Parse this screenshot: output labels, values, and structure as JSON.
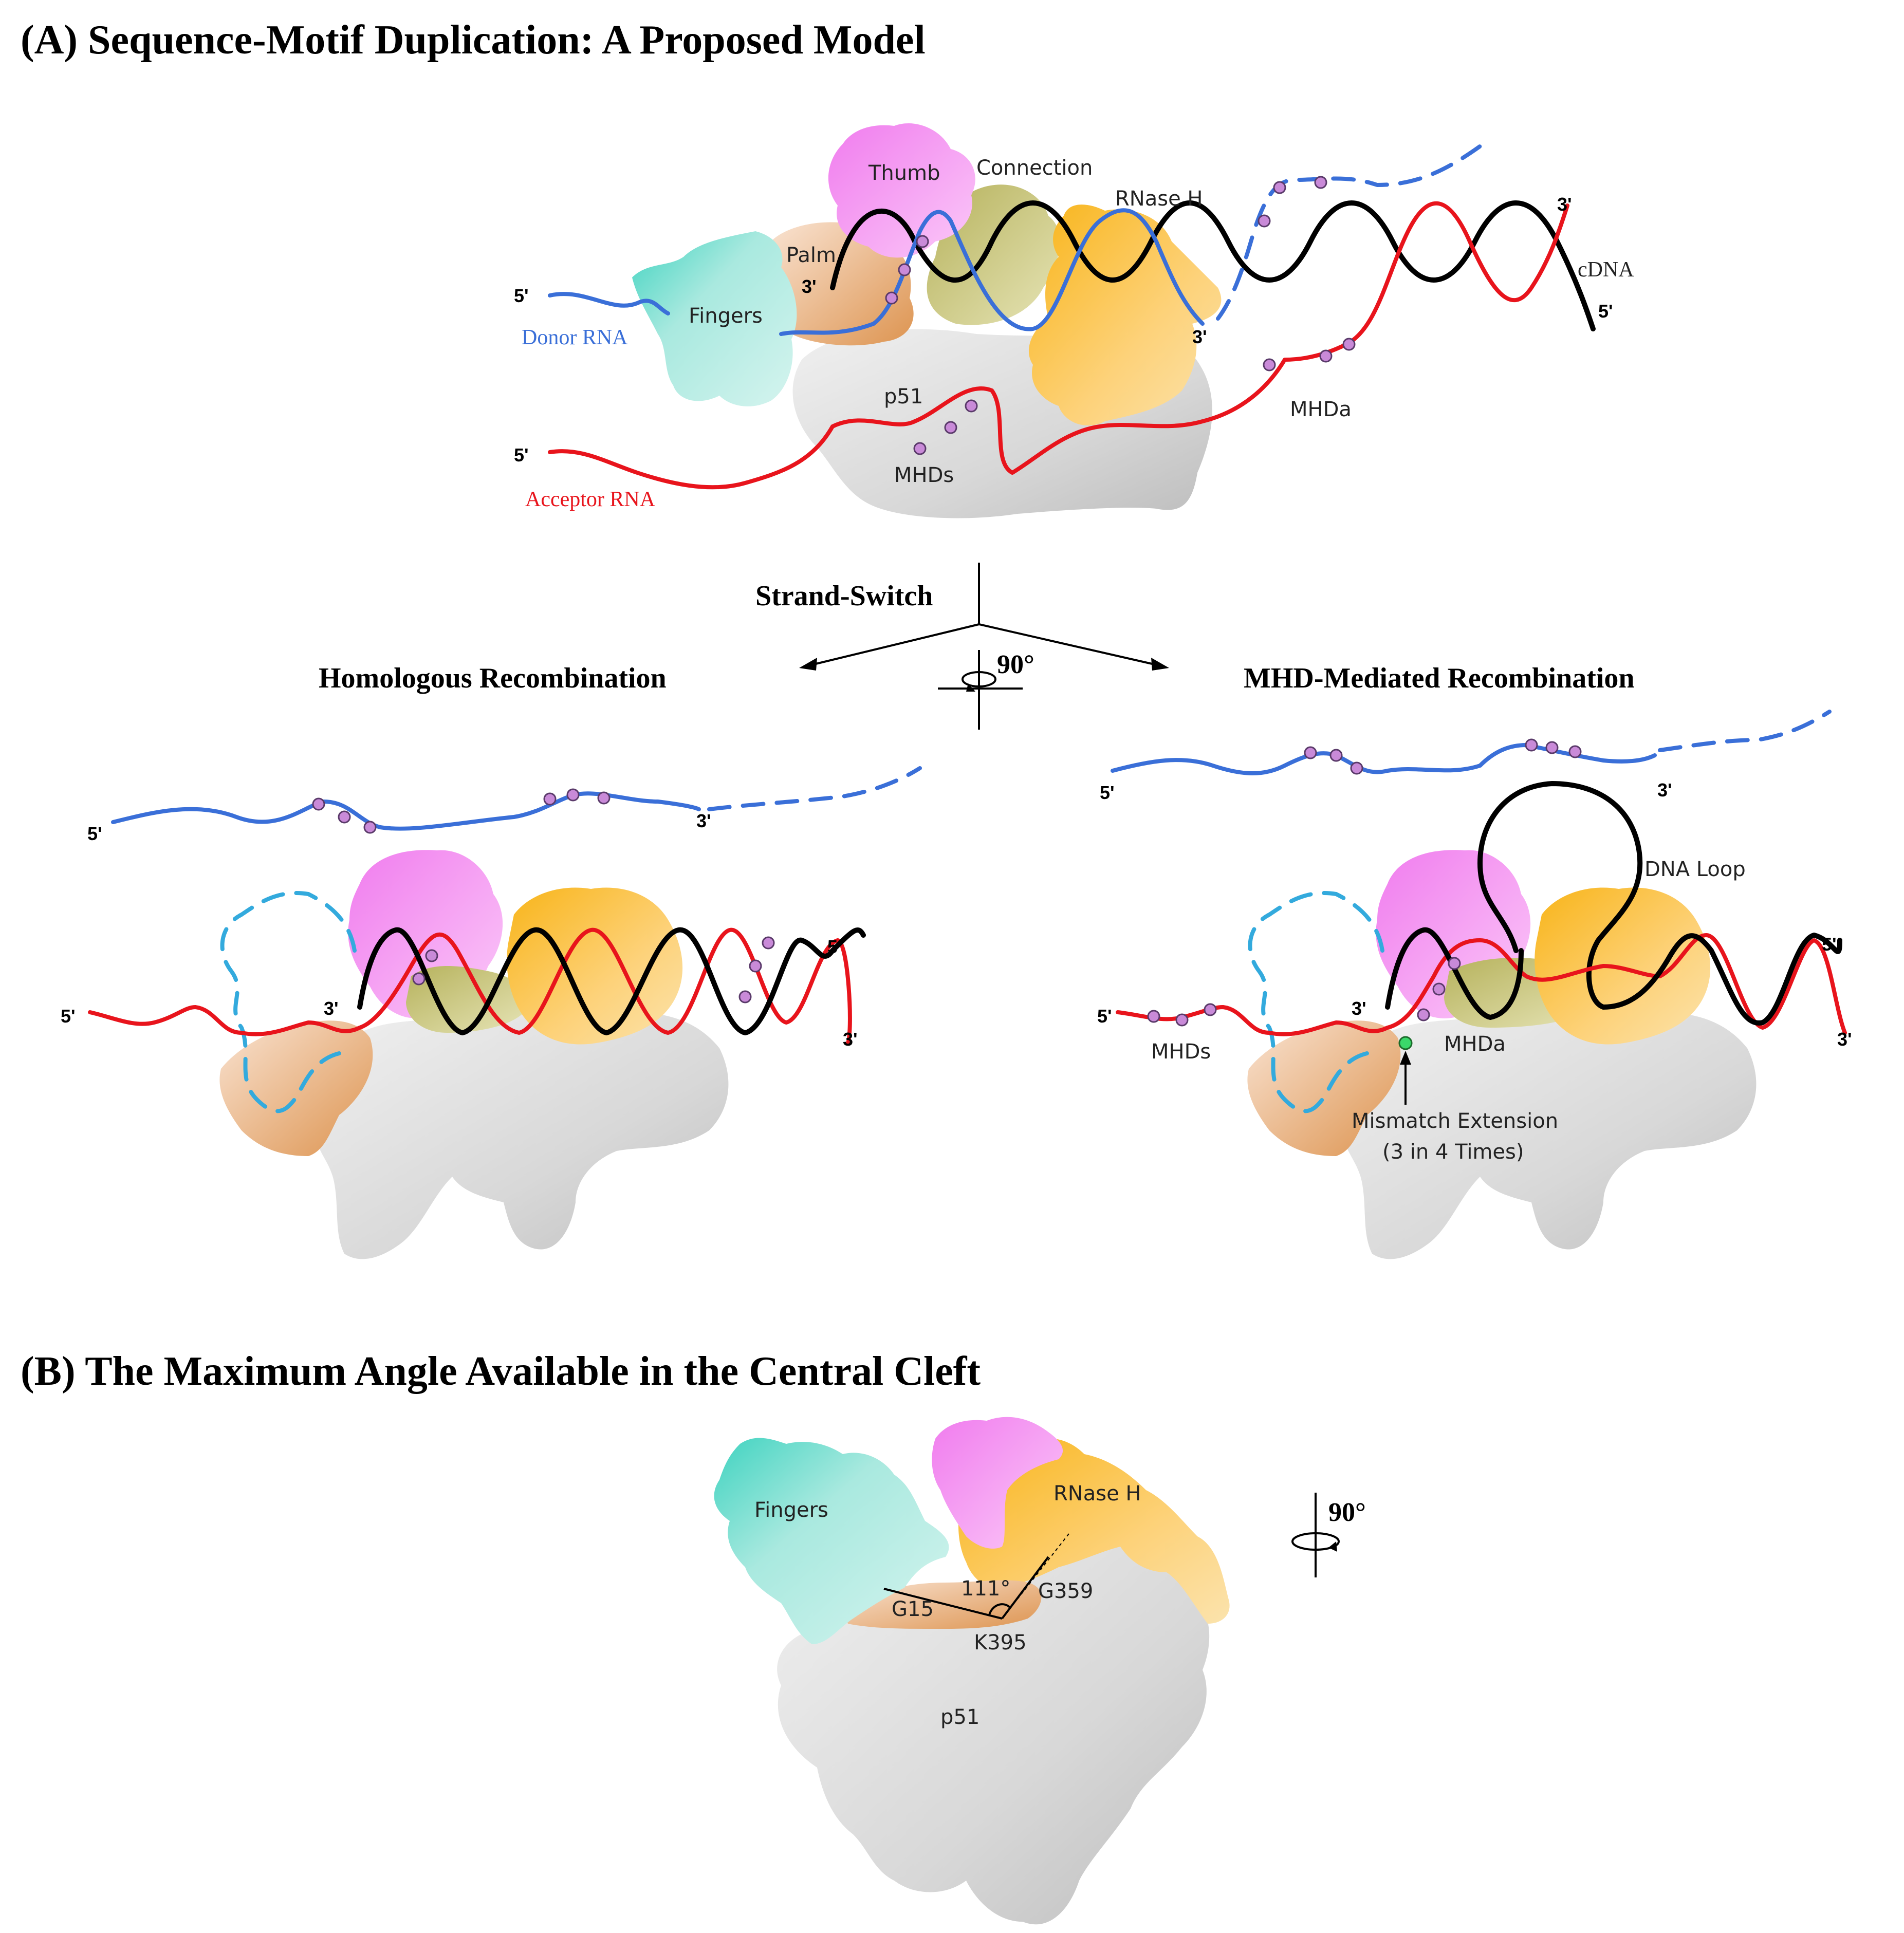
{
  "panel_a": {
    "title": "(A)  Sequence-Motif Duplication: A Proposed Model",
    "top": {
      "thumb": "Thumb",
      "connection": "Connection",
      "rnase_h": "RNase H",
      "palm": "Palm",
      "fingers": "Fingers",
      "p51": "p51",
      "donor_rna": "Donor RNA",
      "acceptor_rna": "Acceptor RNA",
      "cdna": "cDNA",
      "mhds": "MHDs",
      "mhda": "MHDa",
      "five_prime": "5'",
      "three_prime": "3'"
    },
    "strand_switch": "Strand-Switch",
    "rotation": "90°",
    "homologous": {
      "title": "Homologous Recombination",
      "five_prime": "5'",
      "three_prime": "3'"
    },
    "mhd_mediated": {
      "title": "MHD-Mediated Recombination",
      "dna_loop": "DNA Loop",
      "mhds": "MHDs",
      "mhda": "MHDa",
      "mismatch_line1": "Mismatch Extension",
      "mismatch_line2": "(3 in 4 Times)",
      "five_prime": "5'",
      "three_prime": "3'"
    }
  },
  "panel_b": {
    "title": "(B)  The Maximum Angle Available in the Central Cleft",
    "fingers": "Fingers",
    "rnase_h": "RNase H",
    "p51": "p51",
    "angle": "111°",
    "g15": "G15",
    "g359": "G359",
    "k395": "K395",
    "rotation": "90°"
  },
  "colors": {
    "donor": "#3a6fd8",
    "acceptor": "#e8141c",
    "cdna": "#000000",
    "fingers": "#8fe0d4",
    "thumb": "#f49ef0",
    "palm": "#f3d2b8",
    "connection": "#c8c98a",
    "rnase_h": "#fbc64a",
    "p51": "#d6d6d6",
    "mhd_dot": "#c98ad8",
    "mismatch_dot": "#3ad86a",
    "loop_dash": "#33aadd"
  }
}
